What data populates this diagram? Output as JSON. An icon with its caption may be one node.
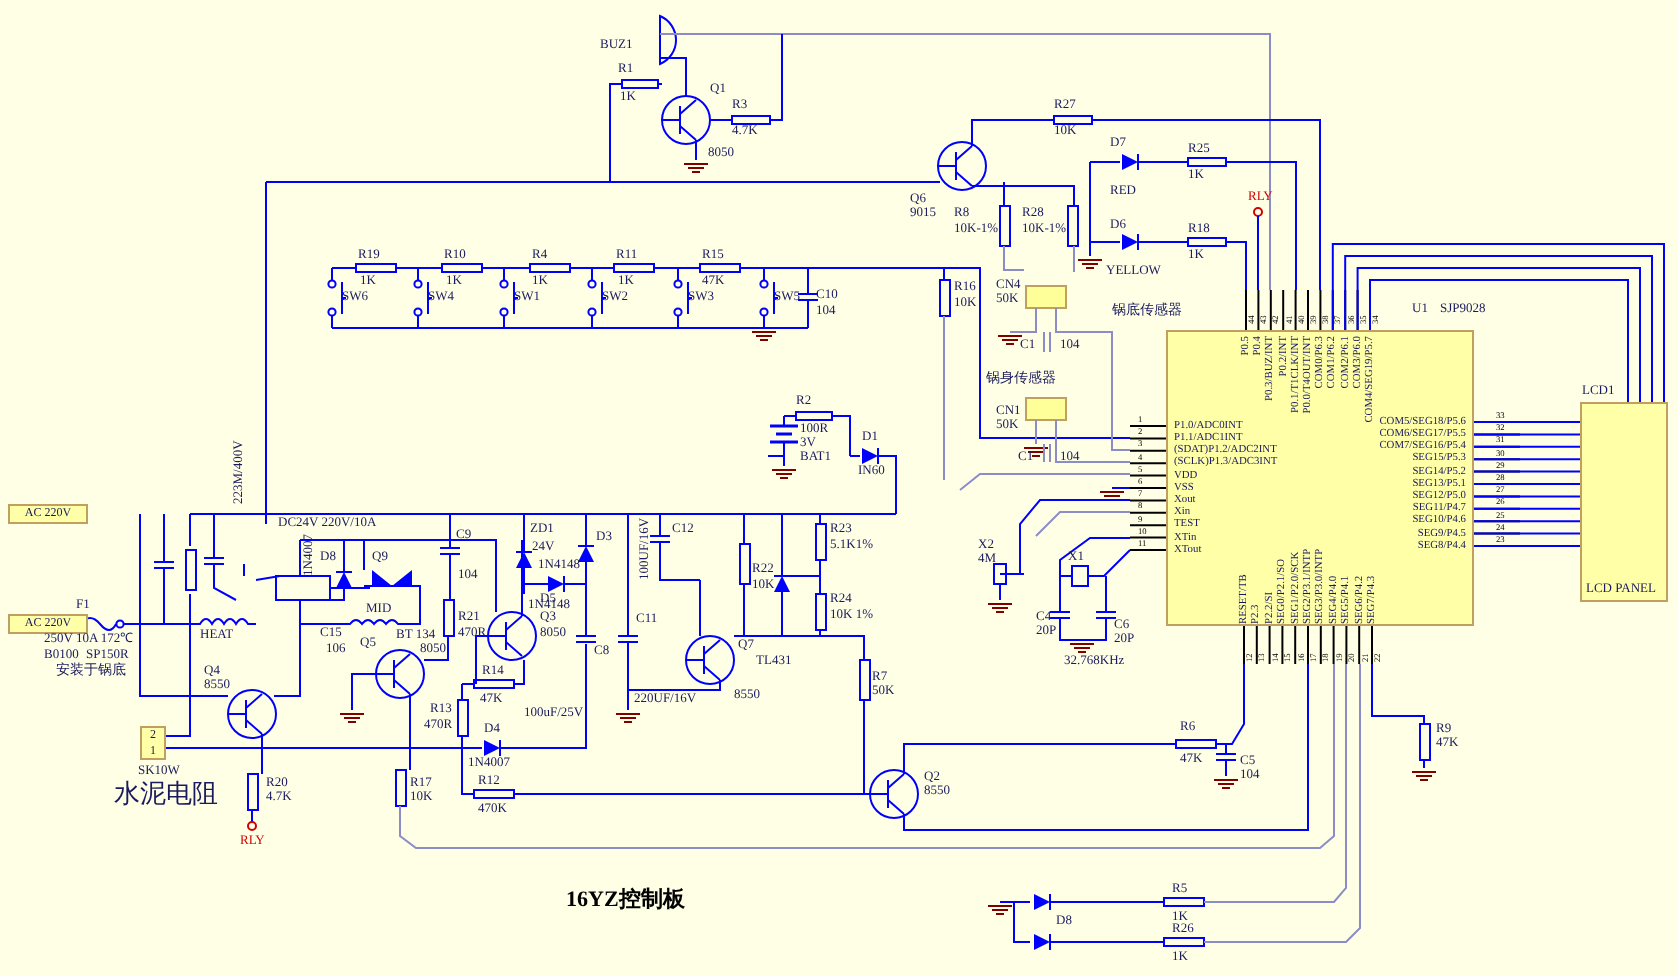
{
  "diagram": {
    "caption": "16YZ控制板",
    "nodes": [
      {
        "text": [
          "P1.0/ADC0INT",
          "P1.1/ADC1INT",
          "(SDAT)P1.2/ADC2INT",
          "(SCLK)P1.3/ADC3INT",
          "VDD",
          "VSS",
          "Xout",
          "Xin",
          "TEST",
          "XTin",
          "XTout",
          "RESET/TB",
          "P2.3",
          "P2.2/SI",
          "SEG0/P2.1/SO",
          "SEG1/P2.0/SCK",
          "SEG2/P3.1/INTP",
          "SEG3/P3.0/INTP",
          "SEG4/P4.0",
          "SEG5/P4.1",
          "SEG6/P4.2",
          "SEG7/P4.3",
          "COM5/SEG18/P5.6",
          "COM6/SEG17/P5.5",
          "COM7/SEG16/P5.4",
          "SEG15/P5.3",
          "SEG14/P5.2",
          "SEG13/P5.1",
          "SEG12/P5.0",
          "SEG11/P4.7",
          "SEG10/P4.6",
          "SEG9/P4.5",
          "SEG8/P4.4",
          "P0.5",
          "P0.4",
          "P0.3/BUZ/INT",
          "P0.2/INT",
          "P0.1/T1CLK/INT",
          "P0.0/T4OUT/INT",
          "COM0/P6.3",
          "COM1/P6.2",
          "COM2/P6.1",
          "COM3/P6.0",
          "COM4/SEG19/P5.7"
        ]
      },
      {
        "text": [
          "LCD1",
          "LCD PANEL"
        ]
      },
      {
        "text": [
          "AC 220V"
        ]
      },
      {
        "text": [
          "AC 220V"
        ]
      },
      {
        "text": [
          "2",
          "1"
        ],
        "beside": [
          "SK10W",
          "水泥电阻"
        ]
      }
    ],
    "edges": [
      {
        "from": 0,
        "to": 1,
        "arrow": "none"
      },
      {
        "from": 0,
        "to": 1,
        "arrow": "none"
      },
      {
        "from": 0,
        "to": 1,
        "arrow": "none"
      },
      {
        "from": 0,
        "to": 1,
        "arrow": "none"
      },
      {
        "from": 0,
        "to": 1,
        "arrow": "none"
      },
      {
        "from": 0,
        "to": 1,
        "arrow": "none"
      },
      {
        "from": 0,
        "to": 1,
        "arrow": "none"
      },
      {
        "from": 0,
        "to": 1,
        "arrow": "none"
      },
      {
        "from": 0,
        "to": 1,
        "arrow": "none"
      },
      {
        "from": 0,
        "to": 1,
        "arrow": "none"
      },
      {
        "from": 0,
        "to": 1,
        "arrow": "none"
      },
      {
        "from": 0,
        "to": 1,
        "arrow": "none"
      },
      {
        "from": 0,
        "to": 1,
        "arrow": "none"
      },
      {
        "from": 0,
        "to": 1,
        "arrow": "none"
      },
      {
        "from": 0,
        "to": 1,
        "arrow": "none"
      }
    ],
    "labels": [
      "BUZ1",
      "R1",
      "1K",
      "Q1",
      "R3",
      "4.7K",
      "8050",
      "R27",
      "10K",
      "D7",
      "R25",
      "1K",
      "RED",
      "Q6",
      "9015",
      "R8",
      "10K-1%",
      "R28",
      "10K-1%",
      "RLY",
      "D6",
      "R18",
      "1K",
      "YELLOW",
      "R19",
      "1K",
      "R10",
      "1K",
      "R4",
      "1K",
      "R11",
      "1K",
      "R15",
      "47K",
      "SW6",
      "SW4",
      "SW1",
      "SW2",
      "SW3",
      "SW5",
      "C10",
      "104",
      "R16",
      "10K",
      "CN4",
      "50K",
      "锅底传感器",
      "C1",
      "104",
      "U1",
      "SJP9028",
      "锅身传感器",
      "CN1",
      "50K",
      "C1",
      "104",
      "R2",
      "100R",
      "3V",
      "BAT1",
      "D1",
      "IN60",
      "223M/400V",
      "DC24V 220V/10A",
      "1N4007",
      "D8",
      "Q9",
      "C9",
      "104",
      "ZD1",
      "24V",
      "D3",
      "1N4148",
      "D5",
      "1N4148",
      "100UF/16V",
      "C12",
      "TL431",
      "R23",
      "5.1K1%",
      "F1",
      "250V 10A 172℃",
      "B0100",
      "SP150R",
      "安装于锅底",
      "HEAT",
      "C15",
      "106",
      "MID",
      "BT 134",
      "R21",
      "470R",
      "Q3",
      "8050",
      "C8",
      "100uF/25V",
      "C11",
      "220UF/16V",
      "R22",
      "10K",
      "Q7",
      "8550",
      "R24",
      "10K 1%",
      "Q4",
      "8550",
      "Q5",
      "8050",
      "R14",
      "47K",
      "R13",
      "470R",
      "D4",
      "1N4007",
      "R20",
      "4.7K",
      "RLY",
      "R17",
      "10K",
      "R12",
      "470K",
      "R7",
      "50K",
      "X2",
      "4M",
      "X1",
      "32.768KHz",
      "C4",
      "20P",
      "C6",
      "20P",
      "R6",
      "47K",
      "C5",
      "104",
      "Q2",
      "8550",
      "R9",
      "47K",
      "D8",
      "R5",
      "1K",
      "R26",
      "1K",
      "1",
      "2",
      "3",
      "4",
      "5",
      "6",
      "7",
      "8",
      "9",
      "10",
      "11",
      "12",
      "13",
      "14",
      "15",
      "16",
      "17",
      "18",
      "19",
      "20",
      "21",
      "22",
      "23",
      "24",
      "25",
      "26",
      "27",
      "28",
      "29",
      "30",
      "31",
      "32",
      "33",
      "34",
      "35",
      "36",
      "37",
      "38",
      "39",
      "40",
      "41",
      "42",
      "43",
      "44"
    ]
  }
}
